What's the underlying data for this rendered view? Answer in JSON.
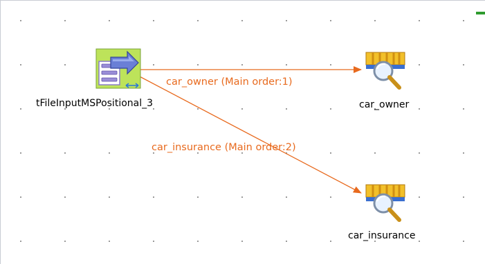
{
  "canvas": {
    "accent_color": "#e86a1e",
    "grid_dot_color": "#8a8a8a"
  },
  "components": {
    "input": {
      "label": "tFileInputMSPositional_3",
      "icon": "file-input-positional-icon"
    },
    "owner": {
      "label": "car_owner",
      "icon": "log-row-viewer-icon"
    },
    "insurance": {
      "label": "car_insurance",
      "icon": "log-row-viewer-icon"
    }
  },
  "links": {
    "owner_link": {
      "label": "car_owner (Main order:1)"
    },
    "insurance_link": {
      "label": "car_insurance (Main order:2)"
    }
  }
}
